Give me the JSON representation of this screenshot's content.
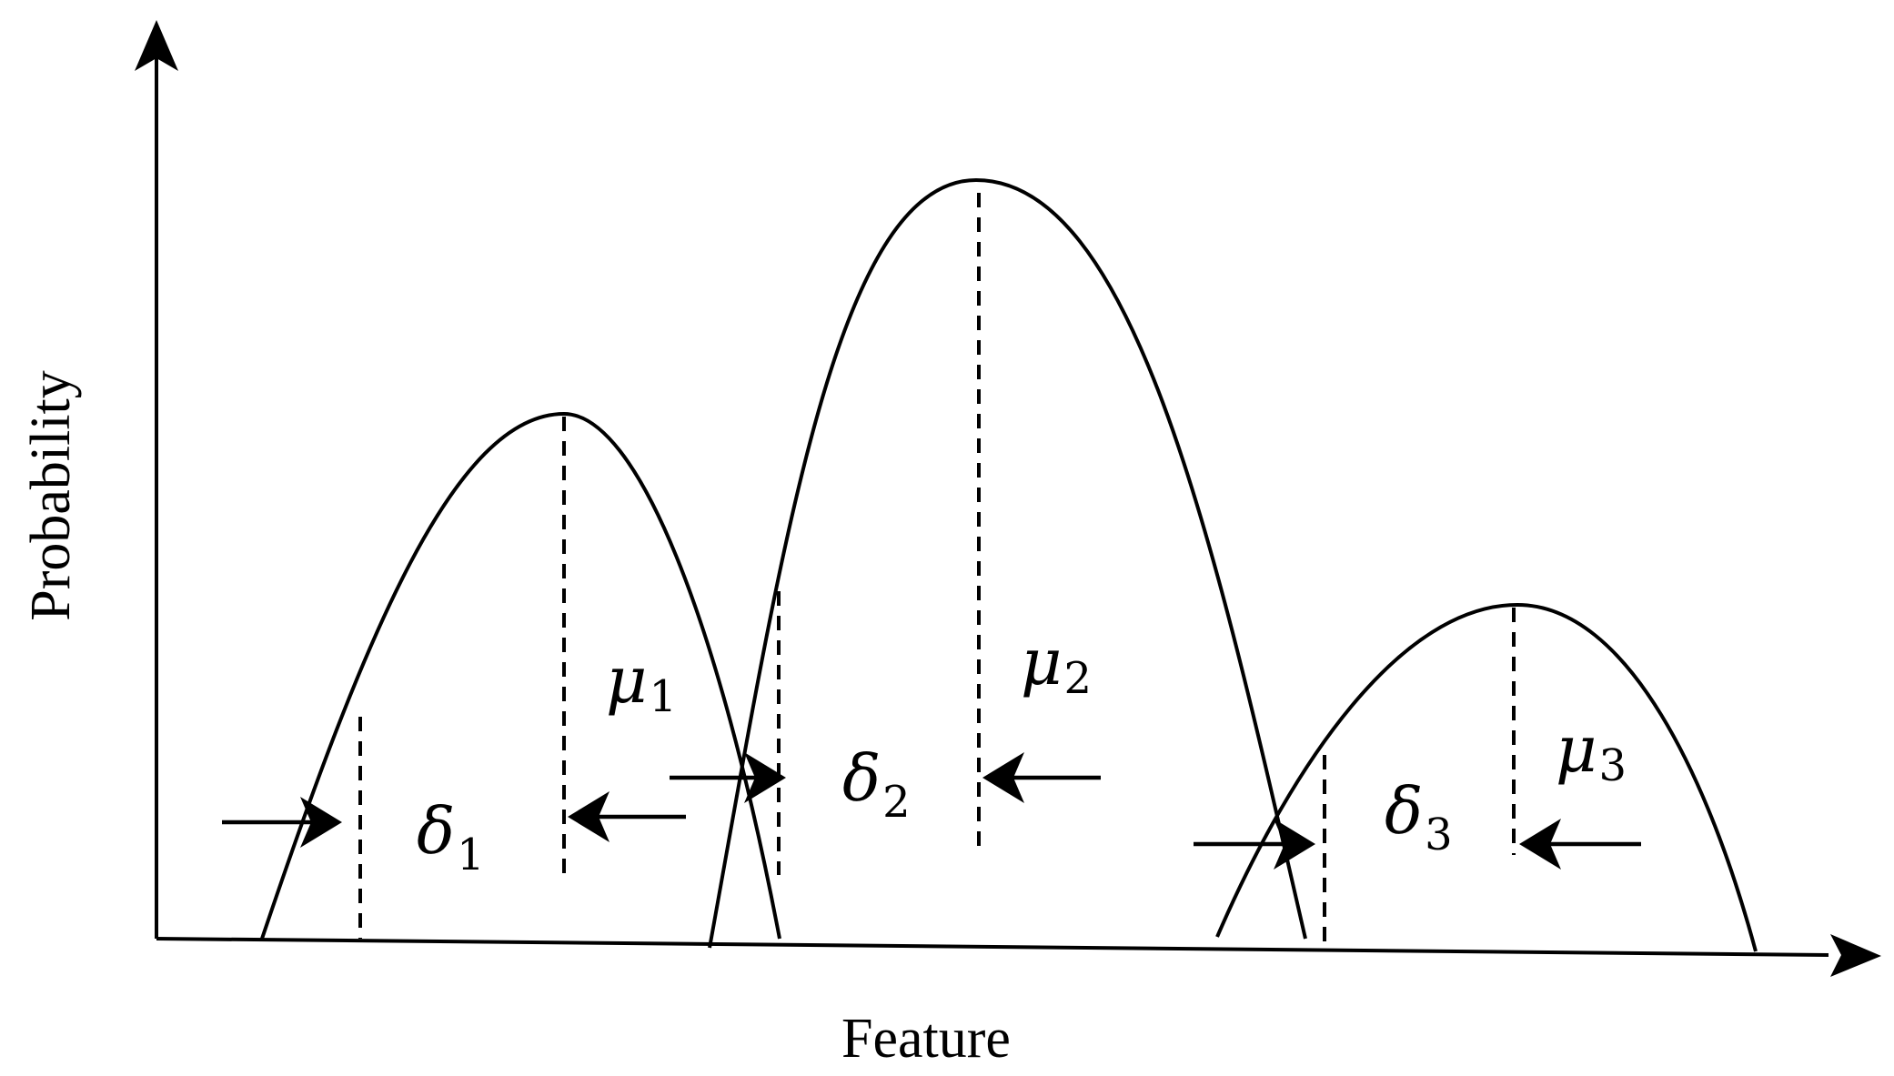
{
  "diagram": {
    "x_axis_label": "Feature",
    "y_axis_label": "Probability",
    "stroke_color": "#000000",
    "background_color": "#ffffff",
    "distributions": [
      {
        "mean_symbol": "μ",
        "mean_index": "1",
        "width_symbol": "δ",
        "width_index": "1"
      },
      {
        "mean_symbol": "μ",
        "mean_index": "2",
        "width_symbol": "δ",
        "width_index": "2"
      },
      {
        "mean_symbol": "μ",
        "mean_index": "3",
        "width_symbol": "δ",
        "width_index": "3"
      }
    ]
  }
}
